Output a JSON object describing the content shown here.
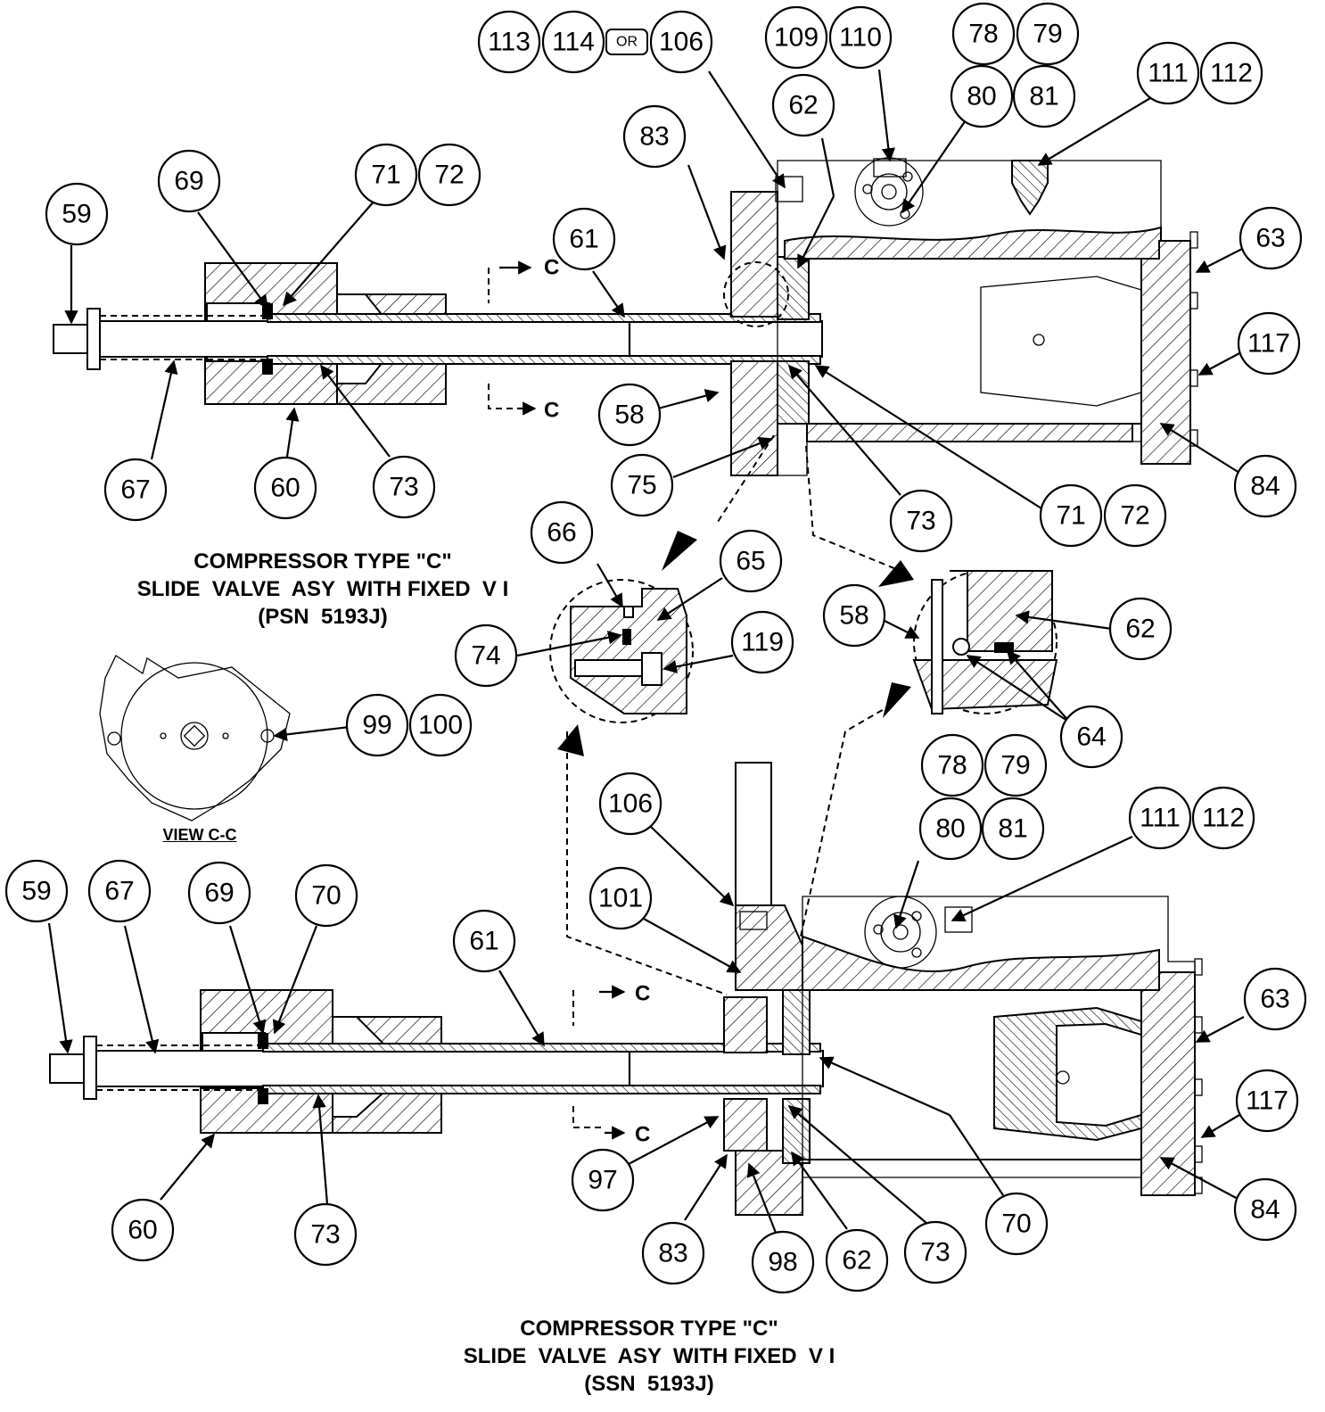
{
  "top_caption": {
    "line1": "COMPRESSOR TYPE \"C\"",
    "line2": "SLIDE  VALVE  ASY  WITH FIXED  V I",
    "line3": "(PSN  5193J)"
  },
  "bottom_caption": {
    "line1": "COMPRESSOR TYPE \"C\"",
    "line2": "SLIDE  VALVE  ASY  WITH FIXED  V I",
    "line3": "(SSN  5193J)"
  },
  "view_label": "VIEW C-C",
  "section_marker": "C",
  "or_label": "OR",
  "balloons": {
    "b113": "113",
    "b114": "114",
    "b106a": "106",
    "b109": "109",
    "b110": "110",
    "b78a": "78",
    "b79a": "79",
    "b80a": "80",
    "b81a": "81",
    "b111a": "111",
    "b112a": "112",
    "b62a": "62",
    "b83a": "83",
    "b69a": "69",
    "b71a": "71",
    "b72a": "72",
    "b59a": "59",
    "b61a": "61",
    "b63a": "63",
    "b117a": "117",
    "b58a": "58",
    "b67a": "67",
    "b60a": "60",
    "b73a": "73",
    "b75": "75",
    "b73b": "73",
    "b71b": "71",
    "b72b": "72",
    "b84a": "84",
    "b66": "66",
    "b65": "65",
    "b74": "74",
    "b119": "119",
    "b58b": "58",
    "b62b": "62",
    "b64": "64",
    "b99": "99",
    "b100": "100",
    "b78b": "78",
    "b79b": "79",
    "b80b": "80",
    "b81b": "81",
    "b111b": "111",
    "b112b": "112",
    "b106b": "106",
    "b101": "101",
    "b59b": "59",
    "b67b": "67",
    "b69b": "69",
    "b70a": "70",
    "b61b": "61",
    "b63b": "63",
    "b117b": "117",
    "b97": "97",
    "b60b": "60",
    "b73c": "73",
    "b83b": "83",
    "b98": "98",
    "b62c": "62",
    "b73d": "73",
    "b70b": "70",
    "b84b": "84"
  }
}
